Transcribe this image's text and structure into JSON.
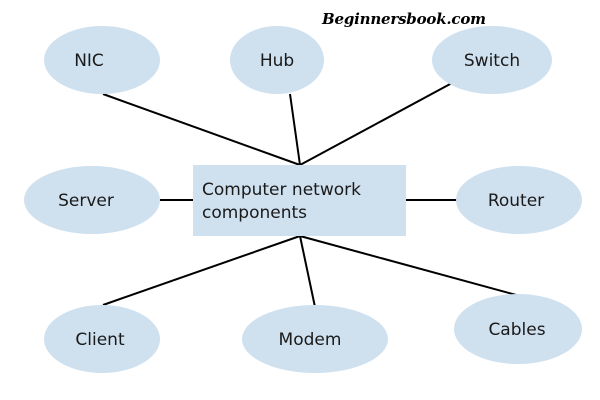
{
  "watermark": "Beginnersbook.com",
  "center": {
    "line1": "Computer network",
    "line2": "components"
  },
  "nodes": {
    "nic": "NIC",
    "hub": "Hub",
    "switch": "Switch",
    "server": "Server",
    "router": "Router",
    "client": "Client",
    "modem": "Modem",
    "cables": "Cables"
  },
  "colors": {
    "node_fill": "#cfe0ef",
    "connector": "#000000"
  }
}
